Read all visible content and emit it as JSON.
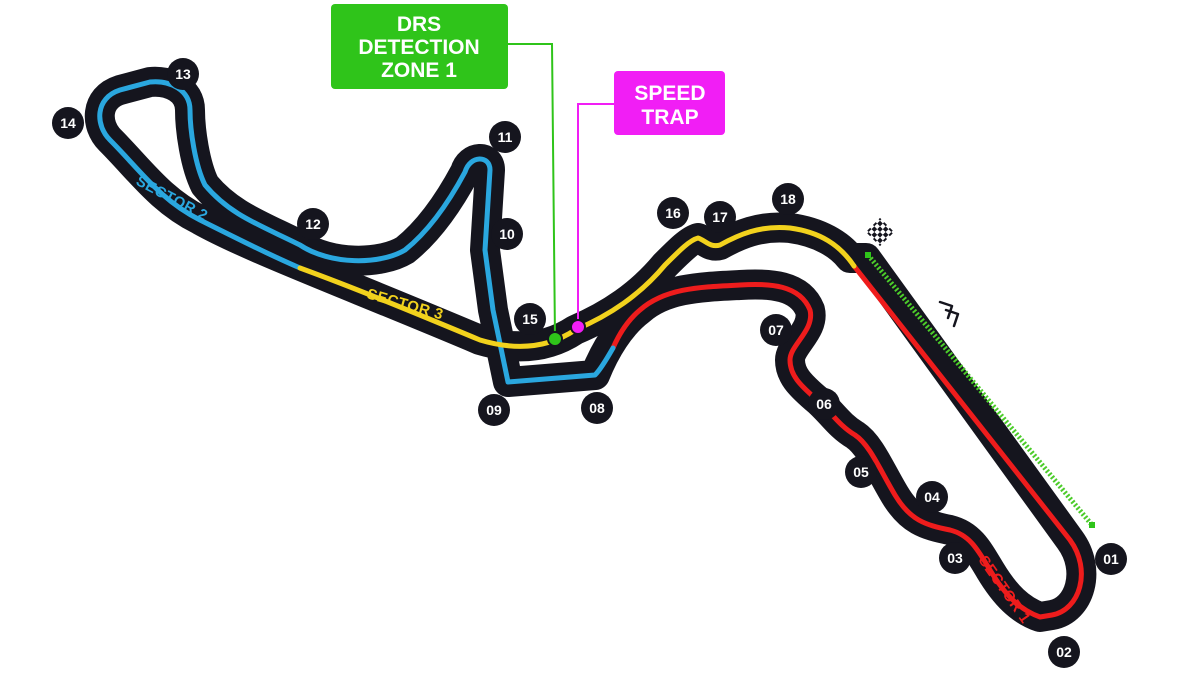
{
  "sectors": [
    {
      "label": "SECTOR 1",
      "color": "#ee1c1c"
    },
    {
      "label": "SECTOR 2",
      "color": "#2aa7df"
    },
    {
      "label": "SECTOR 3",
      "color": "#f2d21d"
    }
  ],
  "track_color": "#15151e",
  "corners": [
    "01",
    "02",
    "03",
    "04",
    "05",
    "06",
    "07",
    "08",
    "09",
    "10",
    "11",
    "12",
    "13",
    "14",
    "15",
    "16",
    "17",
    "18"
  ],
  "drs_detection": {
    "lines": [
      "DRS",
      "DETECTION",
      "ZONE 1"
    ],
    "color": "#2fc41a"
  },
  "speed_trap": {
    "lines": [
      "SPEED",
      "TRAP"
    ],
    "color": "#f11ef5"
  },
  "drs_zone_color": "#4ccc2a",
  "start_finish_icon": "checkered-flag-icon",
  "direction_icon": "direction-chevrons-icon"
}
